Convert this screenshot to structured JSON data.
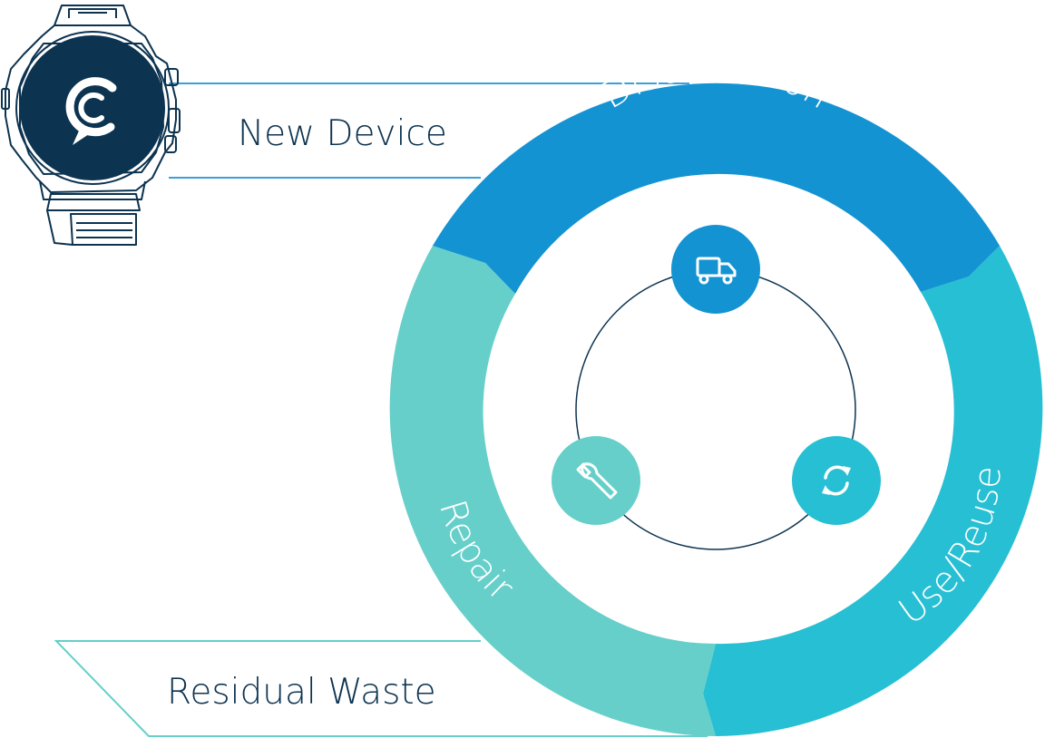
{
  "labels": {
    "new_device": "New Device",
    "residual_waste": "Residual Waste"
  },
  "segments": {
    "distribution": "Distribuition",
    "use_reuse": "Use/Reuse",
    "repair": "Repair"
  },
  "icons": {
    "distribution": "truck-icon",
    "use_reuse": "refresh-icon",
    "repair": "wrench-icon",
    "device": "smartwatch-icon",
    "logo": "chat-c-logo-icon"
  },
  "colors": {
    "distribution": "#1393d2",
    "use_reuse": "#27bfd3",
    "repair": "#66cfca",
    "dark": "#0c3350",
    "frame_blue": "#3aa0d9",
    "frame_teal": "#66cfca"
  }
}
